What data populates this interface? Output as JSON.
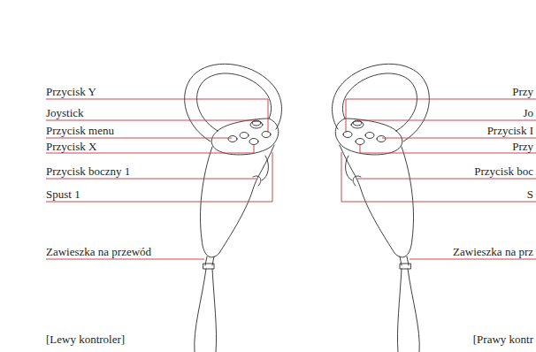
{
  "diagram": {
    "labels": [
      "Przycisk Y",
      "Joystick",
      "Przycisk menu",
      "Przycisk X",
      "Przycisk boczny 1",
      "Spust 1",
      "Zawieszka na przewód",
      "[Lewy kontroler]",
      "Przy",
      "Jo",
      "Przycisk I",
      "Przy",
      "Przycisk boc",
      "S",
      "Zawieszka na prz",
      "[Prawy kontr"
    ]
  }
}
